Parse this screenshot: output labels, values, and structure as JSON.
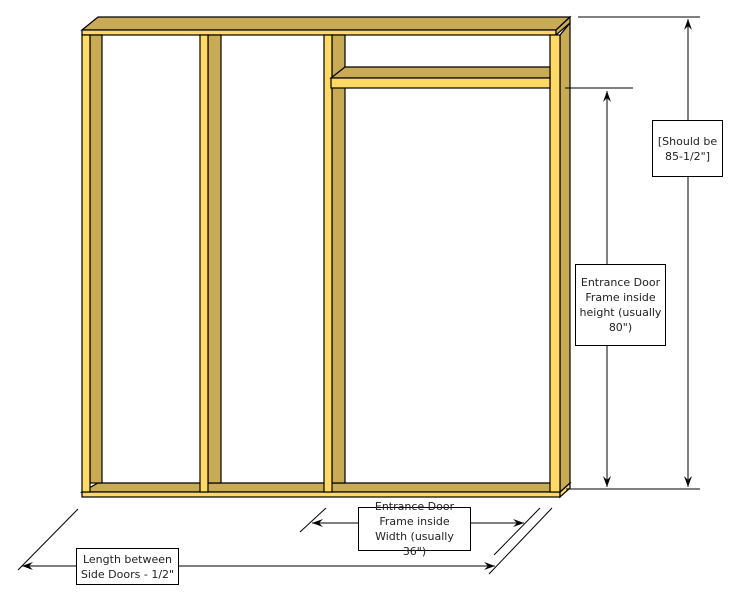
{
  "labels": {
    "total_height": "[Should be 85-1/2\"]",
    "door_height": "Entrance Door Frame inside height (usually 80\")",
    "door_width": "Entrance Door Frame inside Width (usually 36\")",
    "wall_length": "Length between Side Doors - 1/2\""
  },
  "colors": {
    "wood_light": "#FFD966",
    "wood_dark": "#C9AA55",
    "outline": "#000000"
  }
}
